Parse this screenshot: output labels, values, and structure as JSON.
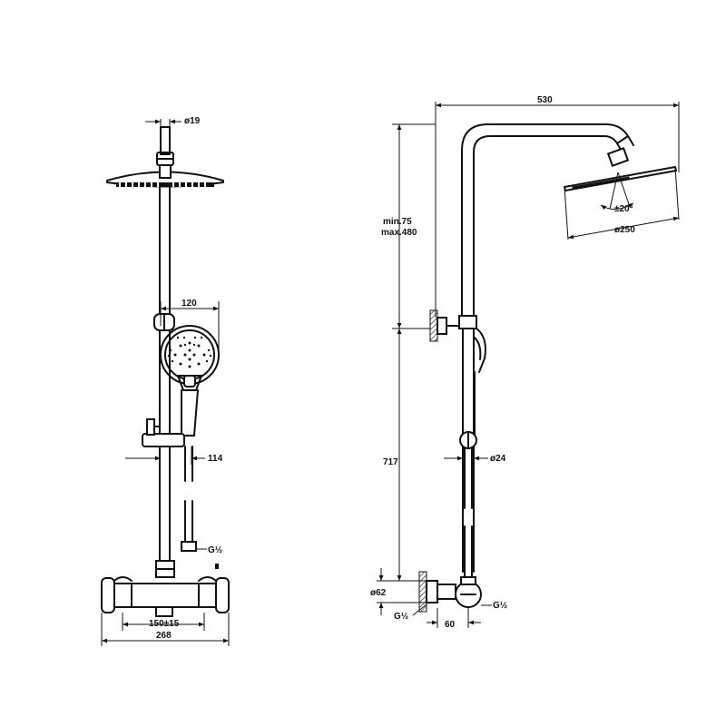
{
  "figure": {
    "colors": {
      "line": "#111111",
      "background": "#ffffff"
    }
  },
  "front_view": {
    "dims": {
      "pipe_diameter": "ø19",
      "handshower_width": "120",
      "slider_offset": "114",
      "thread_outlet": "G½",
      "inlet_spacing": "150±15",
      "mixer_width": "268"
    }
  },
  "side_view": {
    "dims": {
      "arm_length": "530",
      "height_adjust_min": "min.75",
      "height_adjust_max": "max.480",
      "tilt_angle": "±20°",
      "head_diameter": "ø250",
      "pipe_diameter": "ø24",
      "total_height": "717",
      "escutcheon_diameter": "ø62",
      "thread_inlet": "G½",
      "wall_offset": "60",
      "thread_outlet": "G½"
    }
  }
}
